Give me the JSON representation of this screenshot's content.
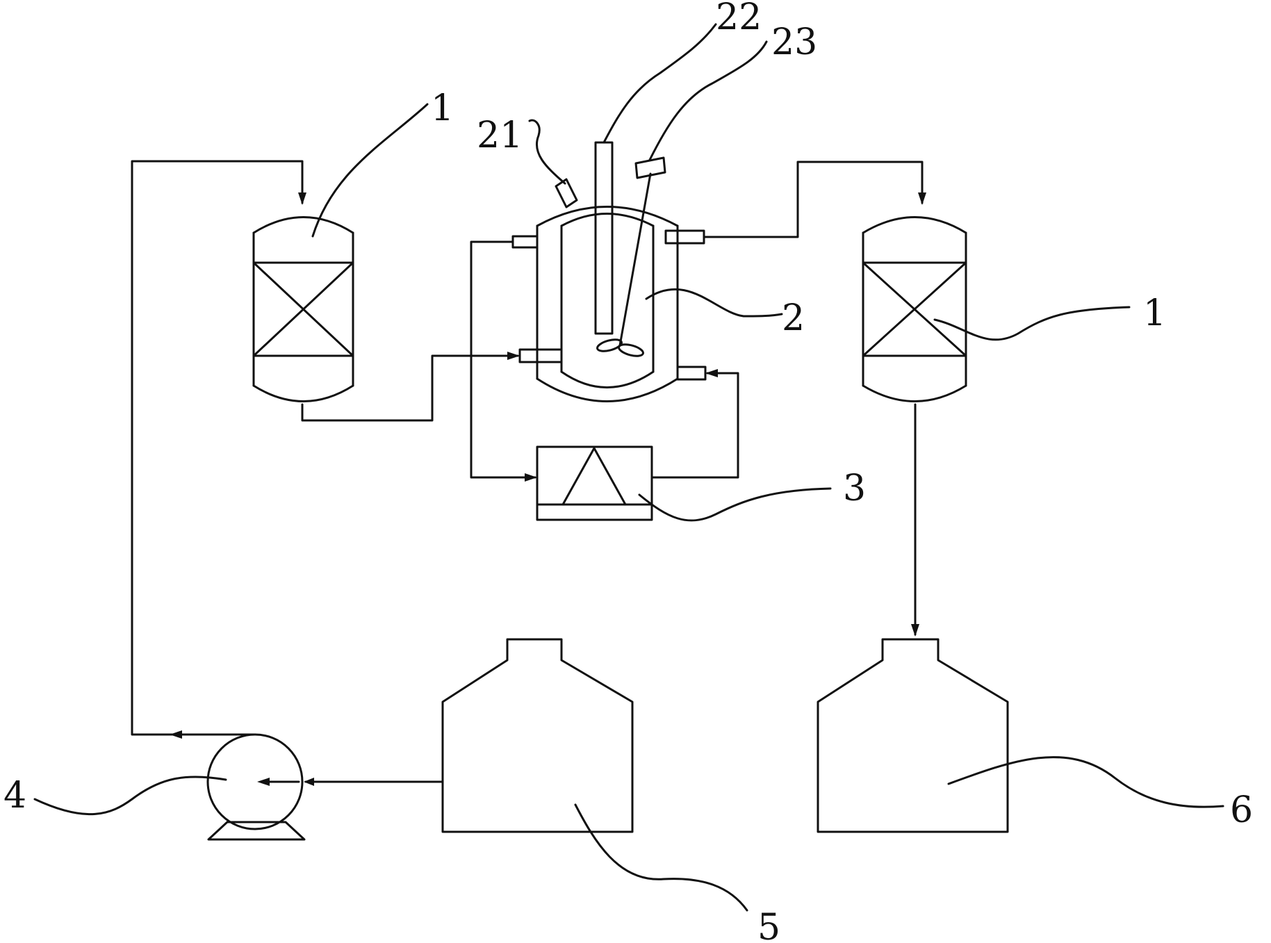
{
  "labels": {
    "column_left": "1",
    "column_right": "1",
    "reactor": "2",
    "heat_exchanger": "3",
    "pump": "4",
    "tank_left": "5",
    "tank_right": "6",
    "port_21": "21",
    "probe_22": "22",
    "stirrer_23": "23"
  }
}
